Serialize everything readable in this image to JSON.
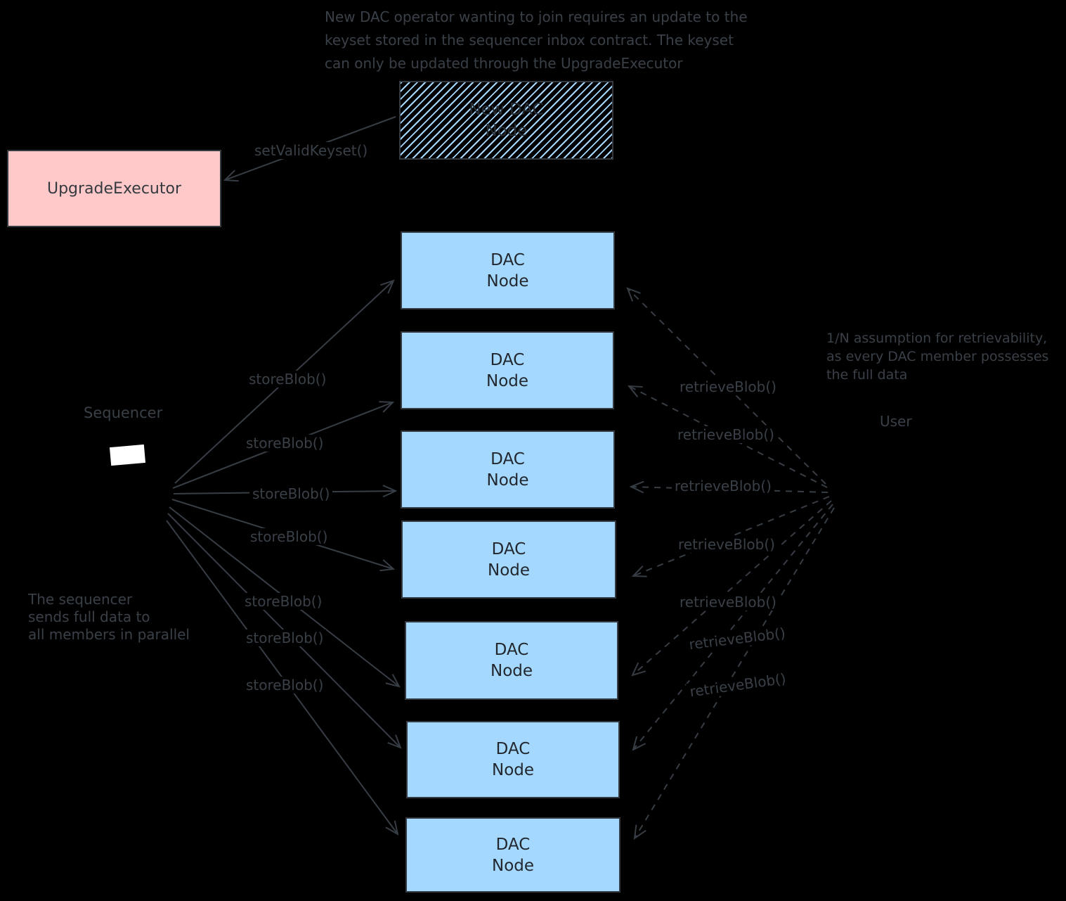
{
  "colors": {
    "background": "#000000",
    "ink": "#373d45",
    "dac_node_fill": "#a5d8ff",
    "upgrade_executor_fill": "#ffc9c9",
    "new_dac_node_hatch": "#a5d8ff"
  },
  "notes": {
    "keyset": "New DAC operator wanting to join requires an update to the\nkeyset stored in the sequencer inbox contract. The keyset\ncan only be updated through the UpgradeExecutor",
    "retrievability": "1/N assumption for retrievability,\nas every DAC member possesses\nthe full data",
    "parallel": "The sequencer\nsends full data to\nall members in parallel"
  },
  "actors": {
    "sequencer": "Sequencer",
    "user": "User"
  },
  "boxes": {
    "upgrade_executor": "UpgradeExecutor",
    "new_dac_node": "New DAC\nNode",
    "dac_node": "DAC\nNode",
    "dac_node_count": 7
  },
  "arrow_labels": {
    "set_valid_keyset": "setValidKeyset()",
    "store_blob": "storeBlob()",
    "retrieve_blob": "retrieveBlob()"
  }
}
